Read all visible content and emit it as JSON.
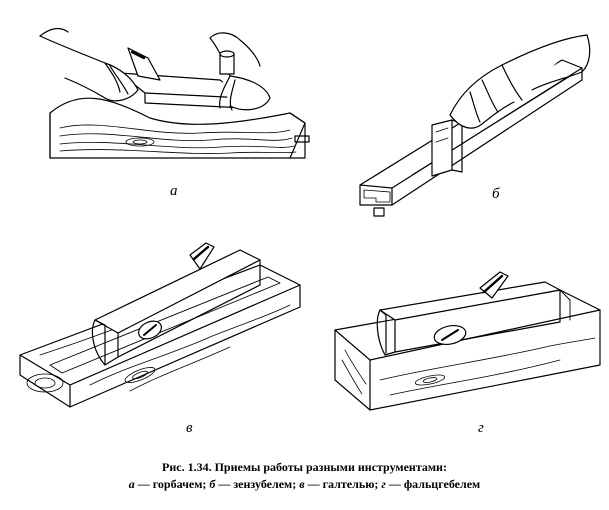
{
  "figure": {
    "panels": [
      {
        "id": "a",
        "label": "а"
      },
      {
        "id": "b",
        "label": "б"
      },
      {
        "id": "v",
        "label": "в"
      },
      {
        "id": "g",
        "label": "г"
      }
    ],
    "caption": {
      "title": "Рис. 1.34. Приемы работы разными инструментами:",
      "legend": [
        {
          "letter": "а",
          "text": " — горбачем; "
        },
        {
          "letter": "б",
          "text": " — зензубелем; "
        },
        {
          "letter": "в",
          "text": " — галтелью; "
        },
        {
          "letter": "г",
          "text": " — фальцгебелем"
        }
      ]
    }
  },
  "colors": {
    "ink": "#000000",
    "paper": "#ffffff"
  }
}
